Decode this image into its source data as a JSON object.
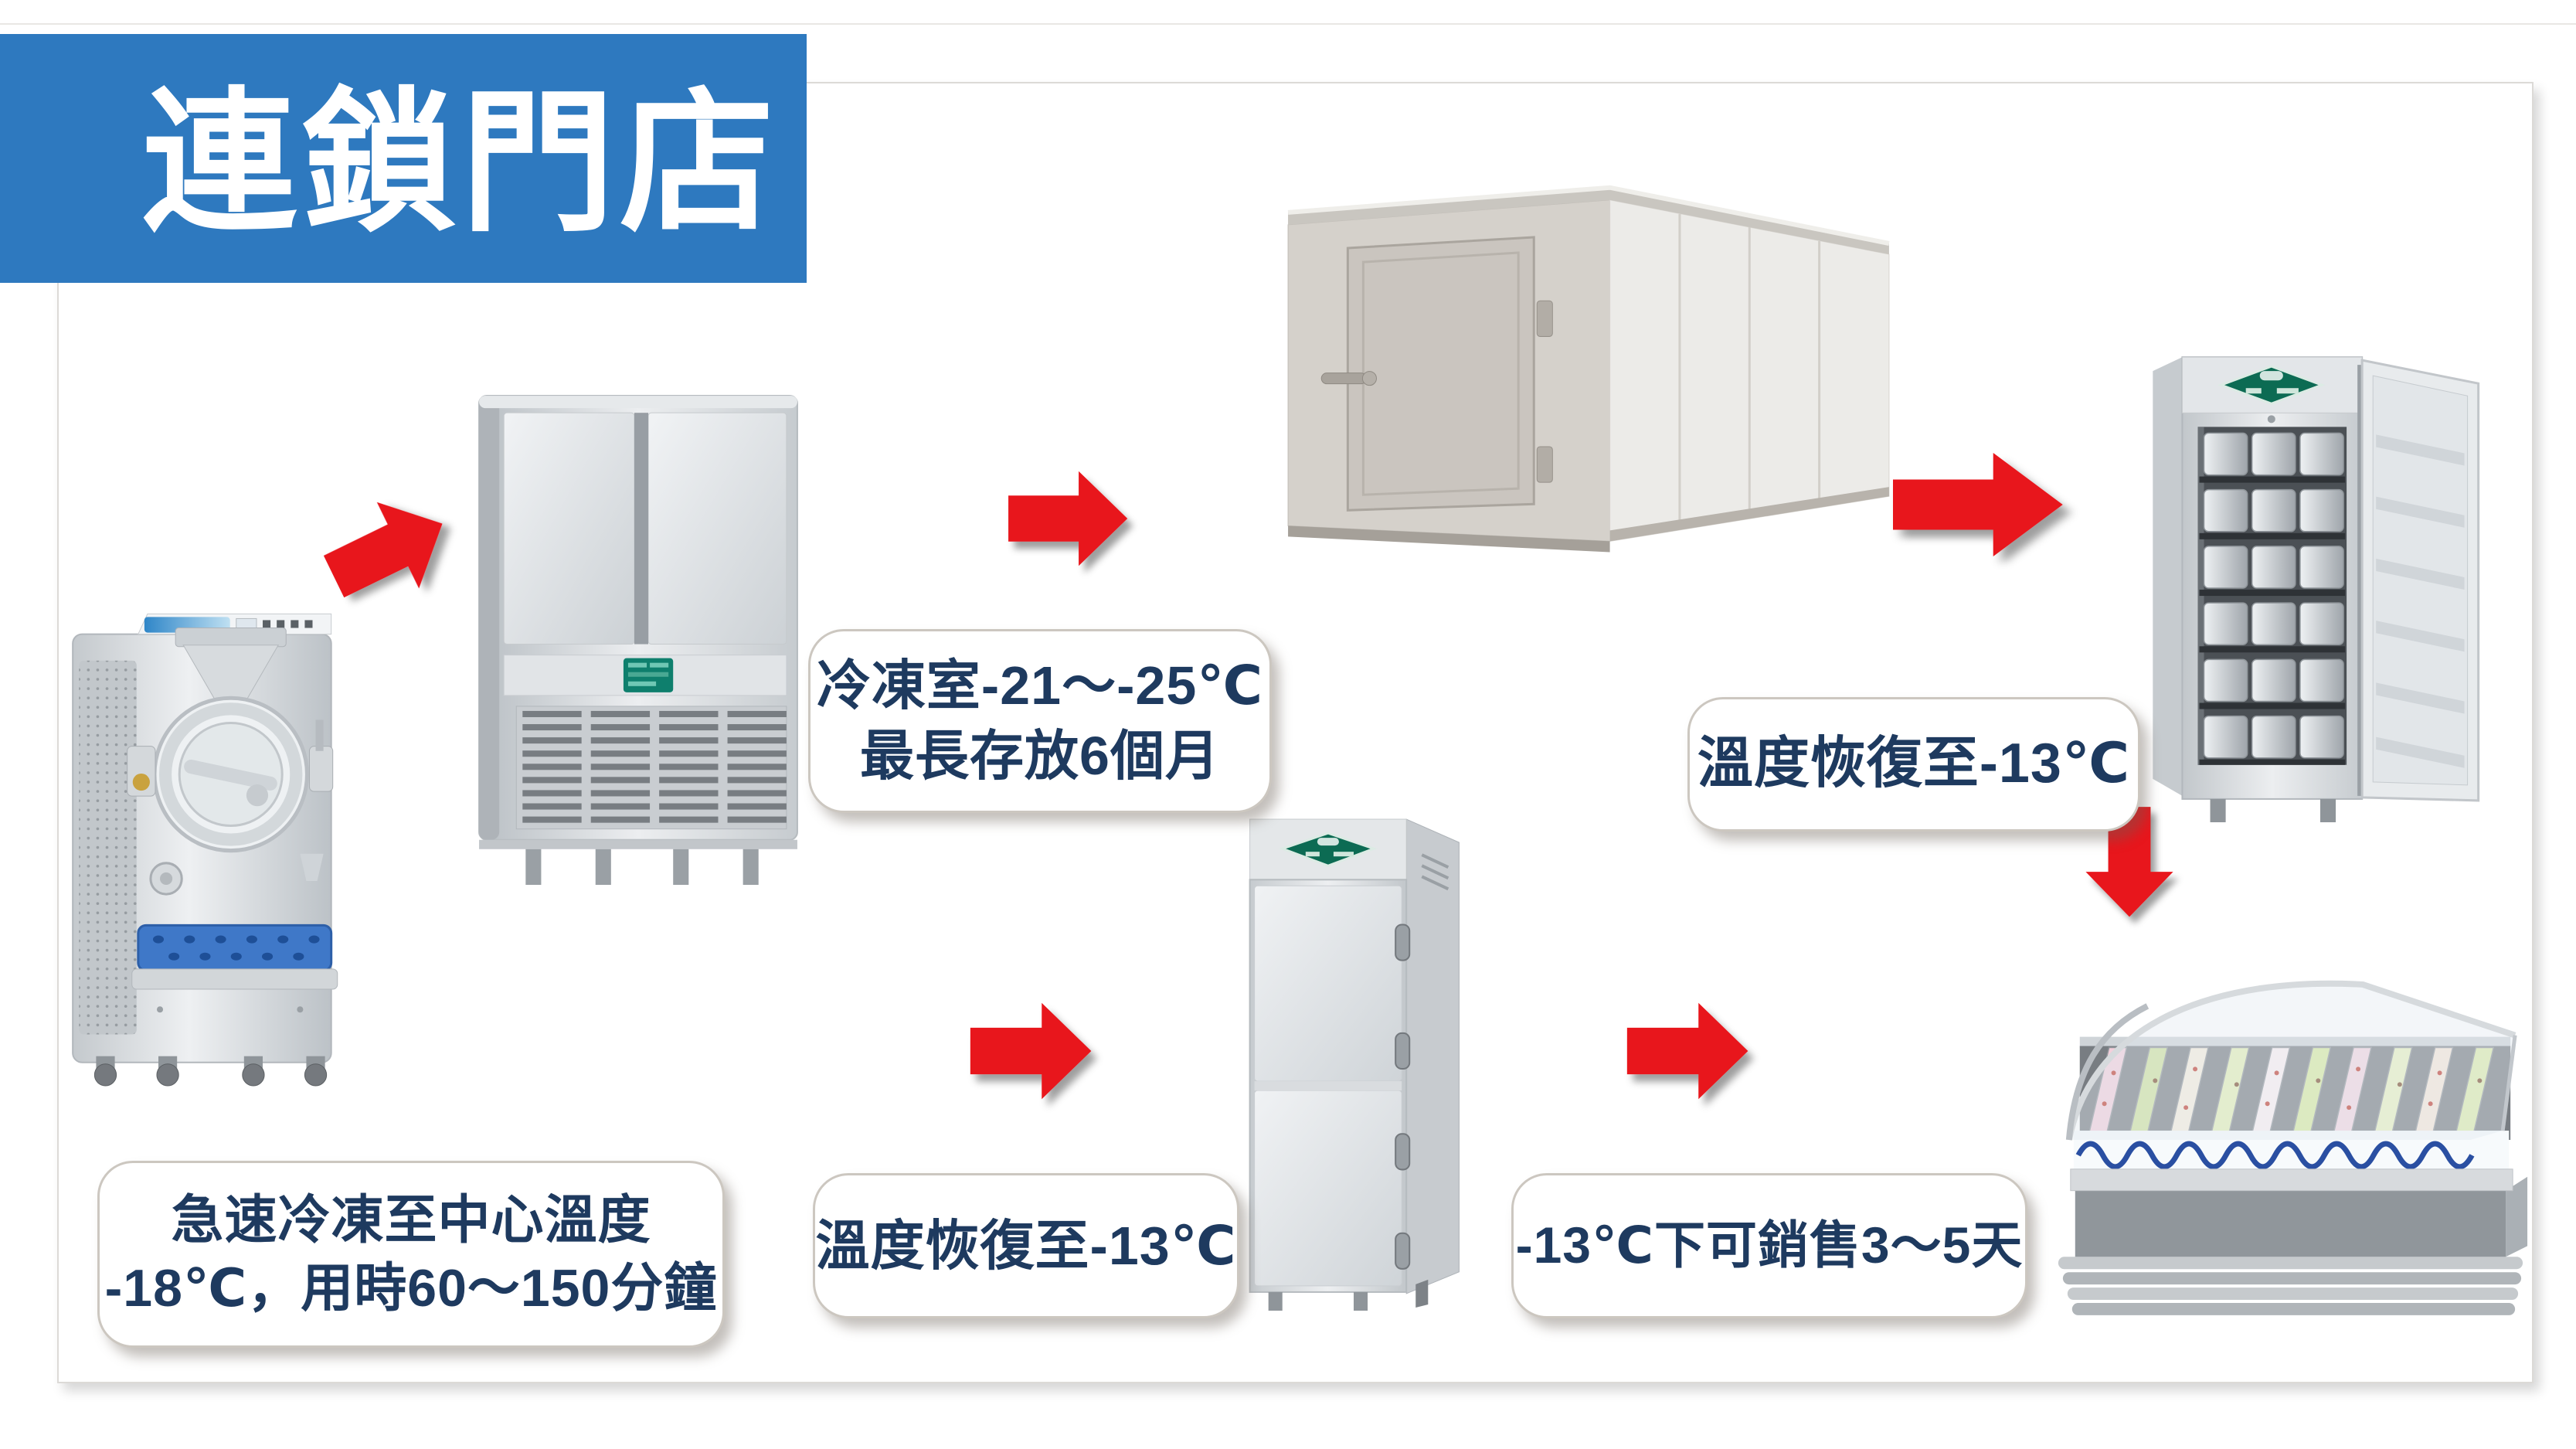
{
  "banner": {
    "title": "連鎖門店"
  },
  "labels": {
    "cold_room_storage": {
      "line1": "冷凍室-21～-25℃",
      "line2": "最長存放6個月"
    },
    "temp_restore_right": {
      "line1": "溫度恢復至-13℃"
    },
    "quick_freeze": {
      "line1": "急速冷凍至中心溫度",
      "line2": "-18℃，用時60～150分鐘"
    },
    "temp_restore_mid": {
      "line1": "溫度恢復至-13℃"
    },
    "sellable_days": {
      "line1": "-13℃下可銷售3～5天"
    }
  },
  "machines": [
    {
      "name": "batch-freezer"
    },
    {
      "name": "blast-freezer"
    },
    {
      "name": "walk-in-cold-room"
    },
    {
      "name": "upright-freezer-open-door"
    },
    {
      "name": "double-door-upright-freezer"
    },
    {
      "name": "gelato-display-case"
    }
  ],
  "arrows": {
    "color": "#E8191E",
    "items": [
      {
        "name": "arrow-1",
        "direction": "up-right"
      },
      {
        "name": "arrow-2",
        "direction": "right"
      },
      {
        "name": "arrow-3",
        "direction": "right"
      },
      {
        "name": "arrow-4",
        "direction": "down"
      },
      {
        "name": "arrow-5",
        "direction": "right"
      },
      {
        "name": "arrow-6",
        "direction": "right"
      }
    ]
  },
  "colors": {
    "banner_blue": "#2E79BF",
    "arrow_red": "#E8191E",
    "label_text_navy": "#1E3A5F",
    "label_border": "#CCC7C0",
    "panel_border": "#DCDAD7"
  }
}
